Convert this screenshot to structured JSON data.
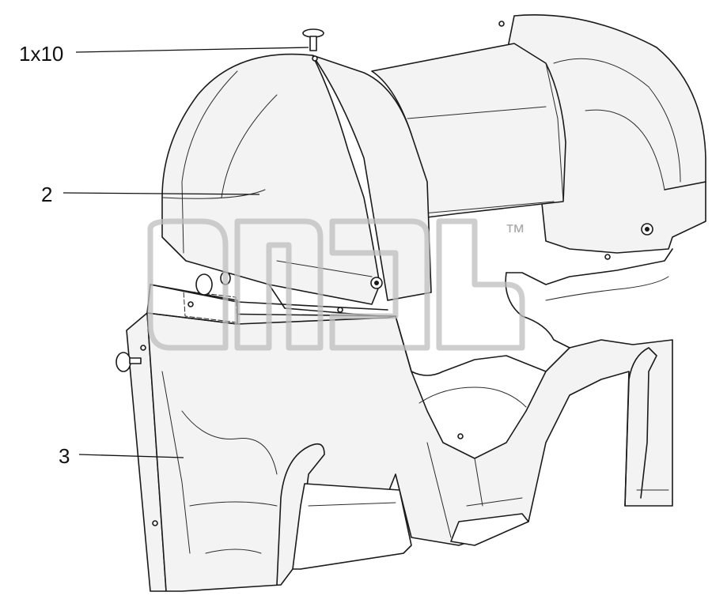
{
  "callouts": [
    {
      "id": "bolt",
      "label": "1x10"
    },
    {
      "id": "upper-cover",
      "label": "2"
    },
    {
      "id": "lower-cover",
      "label": "3"
    }
  ],
  "watermark": {
    "trademark": "™"
  },
  "colors": {
    "line": "#1a1a1a",
    "watermark": "#bdbdbd",
    "panel_fill": "#f3f3f3"
  }
}
